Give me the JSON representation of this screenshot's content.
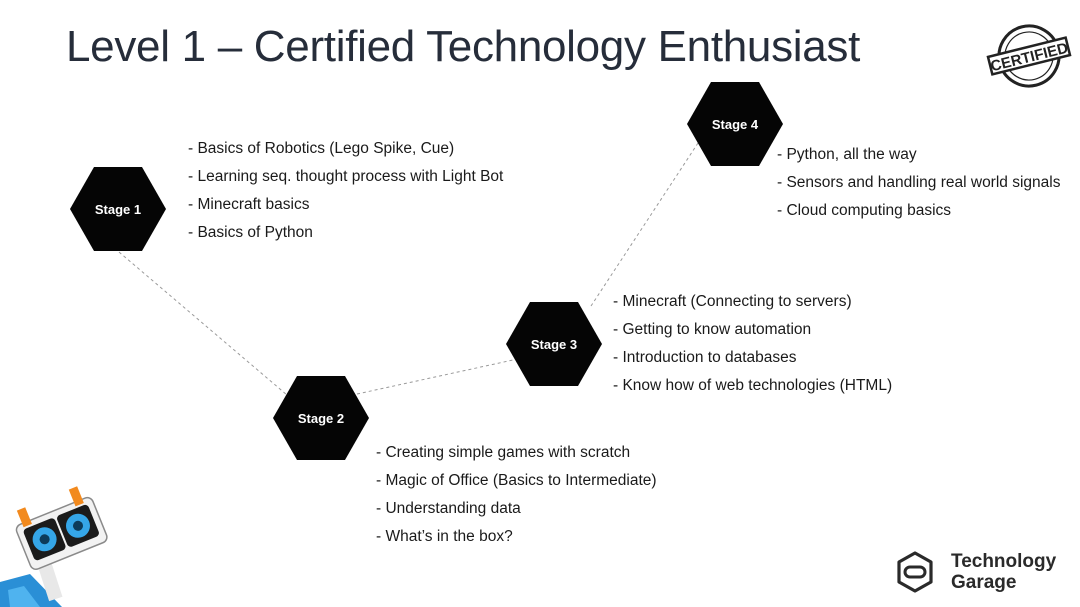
{
  "slide": {
    "title": "Level 1 – Certified Technology Enthusiast",
    "stamp_text": "CERTIFIED",
    "brand": {
      "line1": "Technology",
      "line2": "Garage"
    }
  },
  "stages": [
    {
      "label": "Stage 1",
      "items": [
        "- Basics of Robotics (Lego Spike, Cue)",
        "- Learning seq. thought process with Light Bot",
        "- Minecraft basics",
        "- Basics of Python"
      ]
    },
    {
      "label": "Stage 2",
      "items": [
        "- Creating simple games with scratch",
        "- Magic of Office (Basics to Intermediate)",
        "- Understanding data",
        "- What’s in the box?"
      ]
    },
    {
      "label": "Stage 3",
      "items": [
        "- Minecraft (Connecting to servers)",
        "- Getting to know automation",
        "- Introduction to databases",
        "- Know how of web technologies (HTML)"
      ]
    },
    {
      "label": "Stage 4",
      "items": [
        "- Python, all the way",
        "- Sensors and handling real world signals",
        "- Cloud computing basics"
      ]
    }
  ],
  "colors": {
    "hexagon": "#050505",
    "title": "#262d3a",
    "connector": "#9a9a9a"
  },
  "icons": {
    "stamp": "certified-stamp-icon",
    "mascot": "robot-mascot-icon",
    "logo": "technology-garage-logo-icon"
  }
}
